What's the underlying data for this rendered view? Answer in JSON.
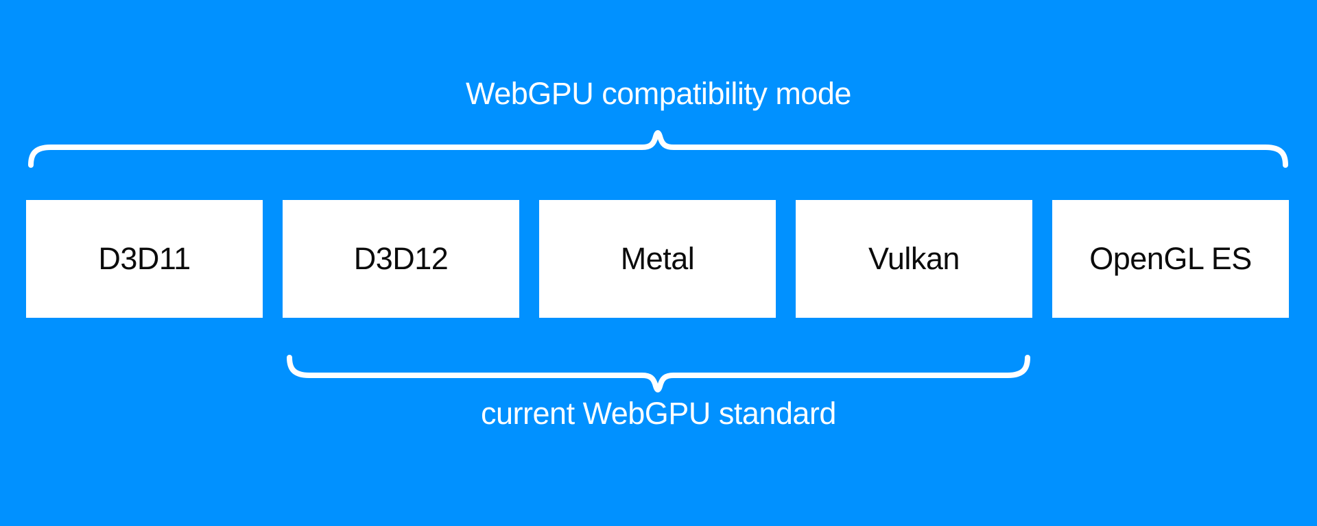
{
  "colors": {
    "background": "#0191ff",
    "box_fill": "#ffffff",
    "box_text": "#0b0b0b",
    "brace_stroke": "#ffffff",
    "label_text": "#ffffff"
  },
  "top_group": {
    "label": "WebGPU compatibility mode"
  },
  "bottom_group": {
    "label": "current WebGPU standard"
  },
  "boxes": [
    {
      "label": "D3D11"
    },
    {
      "label": "D3D12"
    },
    {
      "label": "Metal"
    },
    {
      "label": "Vulkan"
    },
    {
      "label": "OpenGL ES"
    }
  ]
}
